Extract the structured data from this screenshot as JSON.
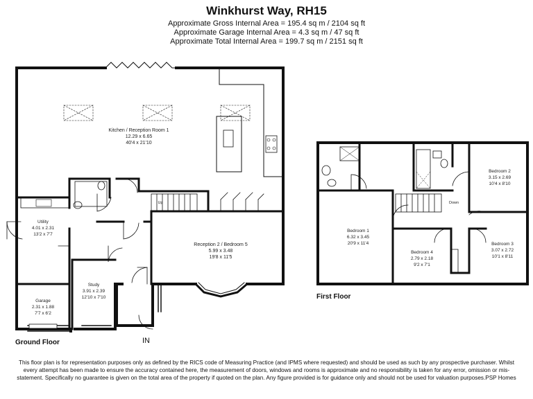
{
  "header": {
    "title": "Winkhurst Way, RH15",
    "gross_area": "Approximate Gross Internal Area = 195.4 sq m / 2104 sq ft",
    "garage_area": "Approximate Garage Internal Area = 4.3 sq m / 47 sq ft",
    "total_area": "Approximate Total Internal Area = 199.7 sq m / 2151 sq ft"
  },
  "ground_floor": {
    "label": "Ground Floor",
    "entrance_label": "IN",
    "up_label": "Up",
    "rooms": {
      "kitchen": {
        "name": "Kitchen / Reception Room 1",
        "metric": "12.29 x 6.65",
        "imperial": "40'4 x 21'10"
      },
      "utility": {
        "name": "Utility",
        "metric": "4.01 x 2.31",
        "imperial": "13'2 x 7'7"
      },
      "reception2": {
        "name": "Reception 2 / Bedroom 5",
        "metric": "5.99 x 3.48",
        "imperial": "19'8 x 11'5"
      },
      "study": {
        "name": "Study",
        "metric": "3.91 x 2.39",
        "imperial": "12'10 x 7'10"
      },
      "garage": {
        "name": "Garage",
        "metric": "2.31 x 1.88",
        "imperial": "7'7 x 6'2"
      }
    }
  },
  "first_floor": {
    "label": "First Floor",
    "down_label": "Down",
    "rooms": {
      "bedroom1": {
        "name": "Bedroom 1",
        "metric": "6.32 x 3.45",
        "imperial": "20'9 x 11'4"
      },
      "bedroom2": {
        "name": "Bedroom 2",
        "metric": "3.15 x 2.69",
        "imperial": "10'4 x 8'10"
      },
      "bedroom3": {
        "name": "Bedroom 3",
        "metric": "3.07 x 2.72",
        "imperial": "10'1 x 8'11"
      },
      "bedroom4": {
        "name": "Bedroom 4",
        "metric": "2.79 x 2.18",
        "imperial": "9'2 x 7'1"
      }
    }
  },
  "disclaimer": "This floor plan is for representation purposes only as defined by the RICS code of Measuring Practice (and IPMS where requested) and should be used as such by any prospective purchaser. Whilst every attempt has been made to ensure the accuracy contained here, the measurement of doors, windows and rooms is approximate and no responsibility is taken for any error, omission or mis-statement. Specifically no guarantee is given on the total area of the property if quoted on the plan. Any figure provided is for guidance only and should not be used for valuation purposes.PSP Homes"
}
